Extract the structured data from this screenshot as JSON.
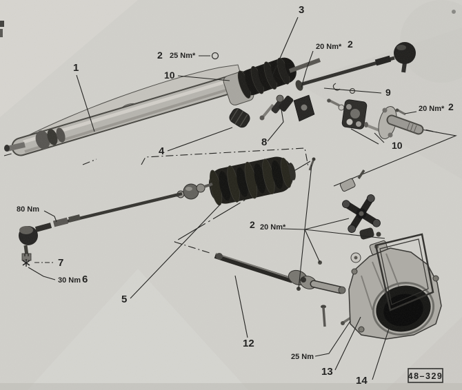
{
  "figure": {
    "plate_number": "48–329"
  },
  "callouts": {
    "part_1": "1",
    "part_2": "2",
    "part_3": "3",
    "part_4": "4",
    "part_5": "5",
    "part_6": "6",
    "part_7": "7",
    "part_8": "8",
    "part_9": "9",
    "part_10": "10",
    "part_12": "12",
    "part_13": "13",
    "part_14": "14"
  },
  "torques": {
    "tq_25_starred": "25 Nm*",
    "tq_20_starred": "20 Nm*",
    "tq_80": "80 Nm",
    "tq_30": "30 Nm",
    "tq_25": "25 Nm"
  },
  "colors": {
    "paper": "#d2d1cc",
    "ink": "#1b1b1a"
  }
}
